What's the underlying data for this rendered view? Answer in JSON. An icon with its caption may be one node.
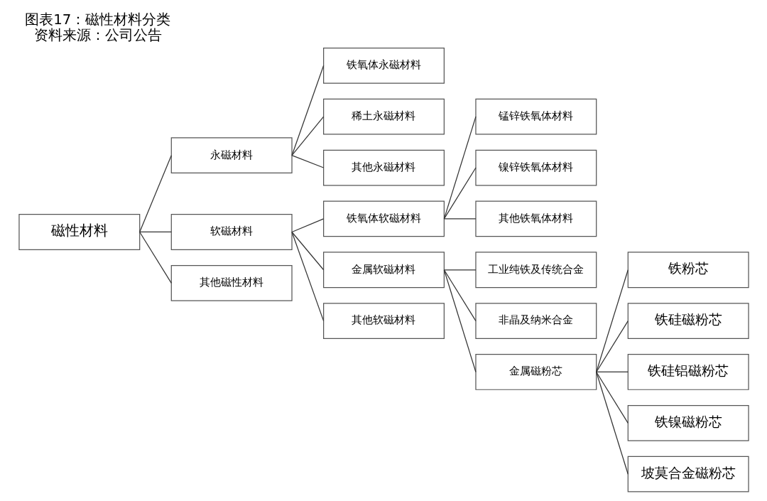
{
  "diagram": {
    "title": "图表17：磁性材料分类",
    "caption": "资料来源：公司公告",
    "nodes": [
      {
        "text": [
          "磁性材料"
        ]
      },
      {
        "text": [
          "永磁材料"
        ]
      },
      {
        "text": [
          "软磁材料"
        ]
      },
      {
        "text": [
          "其他磁性材料"
        ]
      },
      {
        "text": [
          "铁氧体永磁材料"
        ]
      },
      {
        "text": [
          "稀土永磁材料"
        ]
      },
      {
        "text": [
          "其他永磁材料"
        ]
      },
      {
        "text": [
          "铁氧体软磁材料"
        ]
      },
      {
        "text": [
          "金属软磁材料"
        ]
      },
      {
        "text": [
          "其他软磁材料"
        ]
      },
      {
        "text": [
          "锰锌铁氧体材料"
        ]
      },
      {
        "text": [
          "镍锌铁氧体材料"
        ]
      },
      {
        "text": [
          "其他铁氧体材料"
        ]
      },
      {
        "text": [
          "工业纯铁及传统合金"
        ]
      },
      {
        "text": [
          "非晶及纳米合金"
        ]
      },
      {
        "text": [
          "金属磁粉芯"
        ]
      },
      {
        "text": [
          "铁粉芯"
        ]
      },
      {
        "text": [
          "铁硅磁粉芯"
        ]
      },
      {
        "text": [
          "铁硅铝磁粉芯"
        ]
      },
      {
        "text": [
          "铁镍磁粉芯"
        ]
      },
      {
        "text": [
          "坡莫合金磁粉芯"
        ]
      }
    ],
    "edges": [
      {
        "from": 0,
        "to": 1,
        "arrow": "none"
      },
      {
        "from": 0,
        "to": 2,
        "arrow": "none"
      },
      {
        "from": 0,
        "to": 3,
        "arrow": "none"
      },
      {
        "from": 1,
        "to": 4,
        "arrow": "none"
      },
      {
        "from": 1,
        "to": 5,
        "arrow": "none"
      },
      {
        "from": 1,
        "to": 6,
        "arrow": "none"
      },
      {
        "from": 2,
        "to": 7,
        "arrow": "none"
      },
      {
        "from": 2,
        "to": 8,
        "arrow": "none"
      },
      {
        "from": 2,
        "to": 9,
        "arrow": "none"
      },
      {
        "from": 7,
        "to": 10,
        "arrow": "none"
      },
      {
        "from": 7,
        "to": 11,
        "arrow": "none"
      },
      {
        "from": 7,
        "to": 12,
        "arrow": "none"
      },
      {
        "from": 8,
        "to": 13,
        "arrow": "none"
      },
      {
        "from": 8,
        "to": 14,
        "arrow": "none"
      },
      {
        "from": 8,
        "to": 15,
        "arrow": "none"
      },
      {
        "from": 15,
        "to": 16,
        "arrow": "none"
      },
      {
        "from": 15,
        "to": 17,
        "arrow": "none"
      },
      {
        "from": 15,
        "to": 18,
        "arrow": "none"
      },
      {
        "from": 15,
        "to": 19,
        "arrow": "none"
      },
      {
        "from": 15,
        "to": 20,
        "arrow": "none"
      }
    ]
  }
}
